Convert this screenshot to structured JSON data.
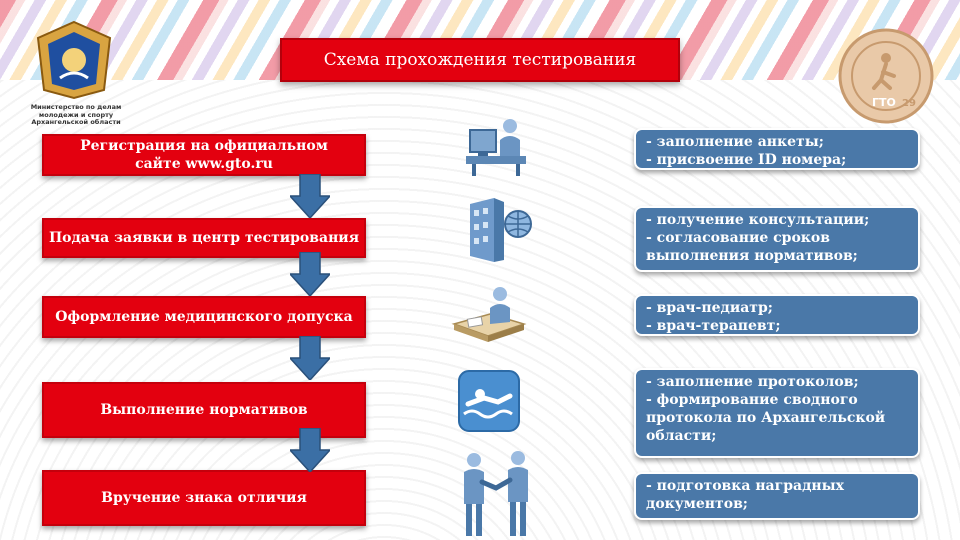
{
  "title": "Схема прохождения тестирования",
  "ministry_logo_text": "Министерство по делам молодежи и спорту Архангельской области",
  "gto_logo_text": "ГТО",
  "gto_logo_number": "29",
  "steps": [
    {
      "label": "Регистрация на официальном\nсайте www.gto.ru"
    },
    {
      "label": "Подача заявки в центр тестирования"
    },
    {
      "label": "Оформление медицинского допуска"
    },
    {
      "label": "Выполнение нормативов"
    },
    {
      "label": "Вручение знака отличия"
    }
  ],
  "notes": [
    "- заполнение анкеты;\n- присвоение ID номера;",
    "- получение консультации;\n- согласование сроков\n  выполнения нормативов;",
    "- врач-педиатр;\n- врач-терапевт;",
    "- заполнение протоколов;\n- формирование сводного\n  протокола по Архангельской\n  области;",
    "- подготовка наградных\n  документов;"
  ],
  "icons": [
    "computer-user-icon",
    "building-globe-icon",
    "doctor-desk-icon",
    "swimmer-icon",
    "handshake-icon"
  ],
  "colors": {
    "step_red": "#e3000f",
    "note_blue": "#4a78a8",
    "arrow_blue": "#3b6fa5"
  }
}
